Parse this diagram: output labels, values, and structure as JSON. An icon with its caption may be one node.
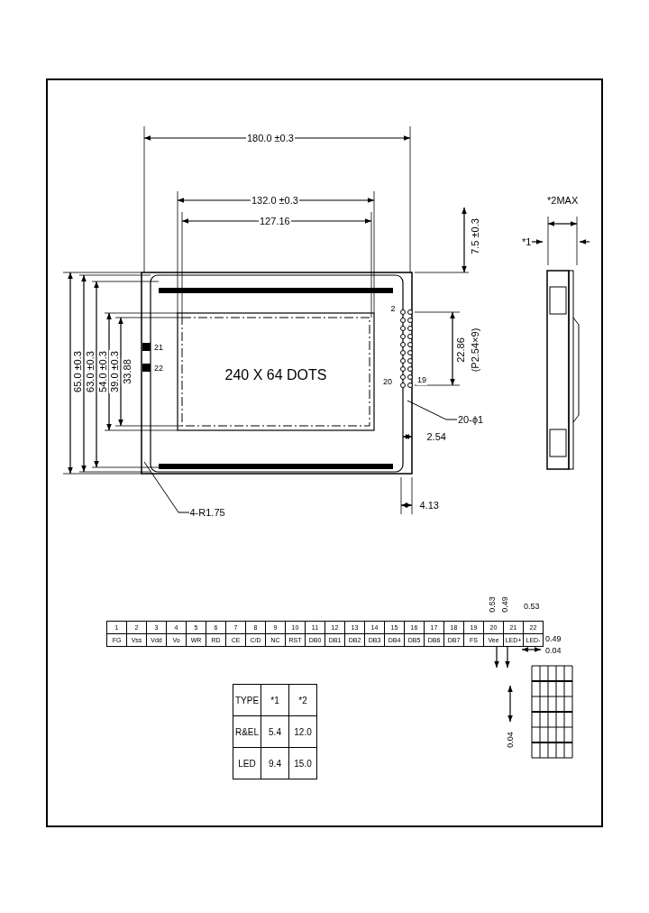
{
  "diagram": {
    "nodes": [
      {
        "text": [
          "4-R1.75"
        ]
      },
      {
        "text": [
          "20-ϕ1"
        ]
      }
    ],
    "edges": [
      {
        "from": 0,
        "to": null,
        "arrow": "none"
      },
      {
        "from": 1,
        "to": null,
        "arrow": "none"
      }
    ],
    "labels": [
      "180.0 ±0.3",
      "132.0 ±0.3",
      "127.16",
      "7.5 ±0.3",
      "*2MAX",
      "*1",
      "65.0 ±0.3",
      "63.0 ±0.3",
      "54.0 ±0.3",
      "39.0 ±0.3",
      "33.88",
      "21",
      "22",
      "2",
      "240 X 64 DOTS",
      "22.86",
      "(P2.54×9)",
      "20",
      "19",
      "2.54",
      "4.13",
      "1",
      "2",
      "3",
      "4",
      "5",
      "6",
      "7",
      "8",
      "9",
      "10",
      "11",
      "12",
      "13",
      "14",
      "15",
      "16",
      "17",
      "18",
      "19",
      "20",
      "21",
      "22",
      "FG",
      "Vss",
      "Vdd",
      "Vo",
      "WR",
      "RD",
      "CE",
      "C/D",
      "NC",
      "RST",
      "DB0",
      "DB1",
      "DB2",
      "DB3",
      "DB4",
      "DB5",
      "DB6",
      "DB7",
      "FS",
      "Vee",
      "LED+",
      "LED-",
      "TYPE",
      "*1",
      "*2",
      "R&EL",
      "5.4",
      "12.0",
      "LED",
      "9.4",
      "15.0",
      "0.53",
      "0.49",
      "0.53",
      "0.49",
      "0.04",
      "0.04"
    ]
  }
}
